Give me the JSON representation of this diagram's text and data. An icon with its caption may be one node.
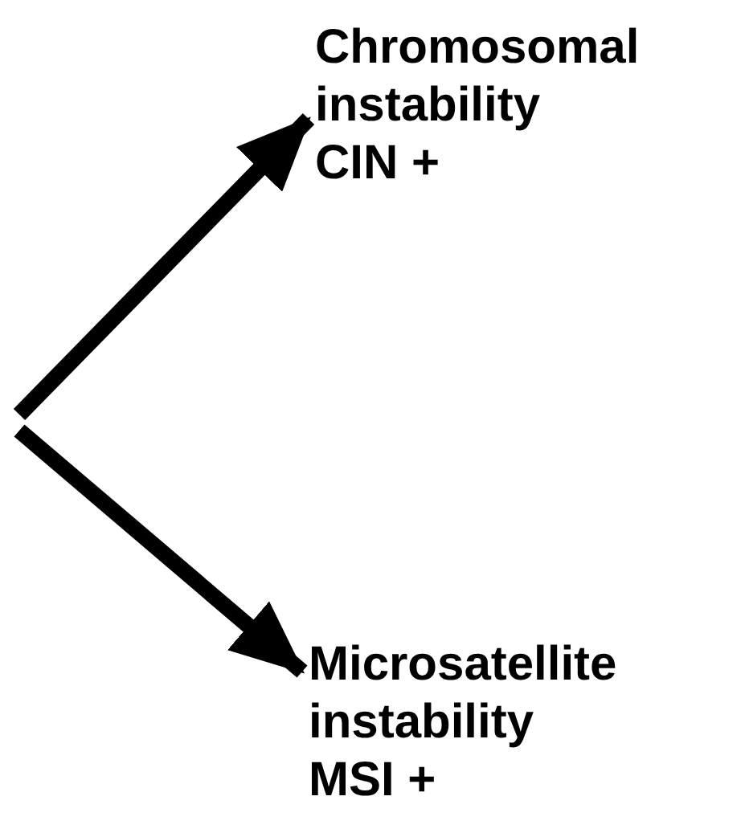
{
  "diagram": {
    "nodes": [
      {
        "text": [
          "Chromosomal instability",
          "CIN +"
        ]
      },
      {
        "text": [
          "Microsatellite instability",
          "MSI +"
        ]
      }
    ],
    "edges": [
      {
        "from": null,
        "to": 0,
        "arrow": "to"
      },
      {
        "from": null,
        "to": 1,
        "arrow": "to"
      }
    ]
  }
}
